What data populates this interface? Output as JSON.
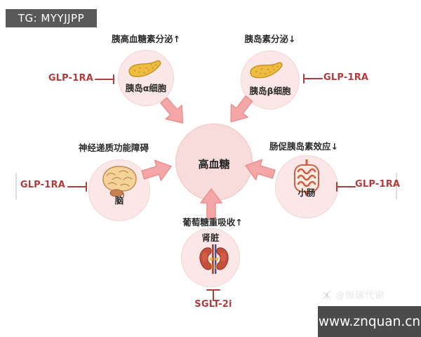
{
  "header": {
    "tag_label": "TG: MYYJJPP"
  },
  "center": {
    "label": "高血糖"
  },
  "nodes": {
    "alpha_cells": {
      "caption": "胰高血糖素分泌↑",
      "organ": "胰岛α细胞",
      "drug": "GLP-1RA",
      "icon": "pancreas-icon"
    },
    "beta_cells": {
      "caption": "胰岛素分泌↓",
      "organ": "胰岛β细胞",
      "drug": "GLP-1RA",
      "icon": "pancreas-icon"
    },
    "brain": {
      "caption": "神经递质功能障碍",
      "organ": "脑",
      "drug": "GLP-1RA",
      "icon": "brain-icon"
    },
    "intestine": {
      "caption": "肠促胰岛素效应↓",
      "organ": "小肠",
      "drug": "GLP-1RA",
      "icon": "intestine-icon"
    },
    "kidney": {
      "caption": "葡萄糖重吸收↑",
      "organ": "肾脏",
      "drug": "SGLT-2i",
      "icon": "kidney-icon"
    }
  },
  "watermark": {
    "brand": "@恒瑞代谢",
    "url": "www.znquan.cn"
  },
  "colors": {
    "node_circle_fill": "#FBE7E7",
    "center_circle_fill": "#F8DCDC",
    "arrow_fill": "#F5A6A6",
    "arrow_stroke": "#EC8F8F",
    "drug_text": "#B23B3B",
    "label_text": "#2B2B2B",
    "header_bg": "#595959",
    "footer_bg": "#4B4B4B"
  }
}
